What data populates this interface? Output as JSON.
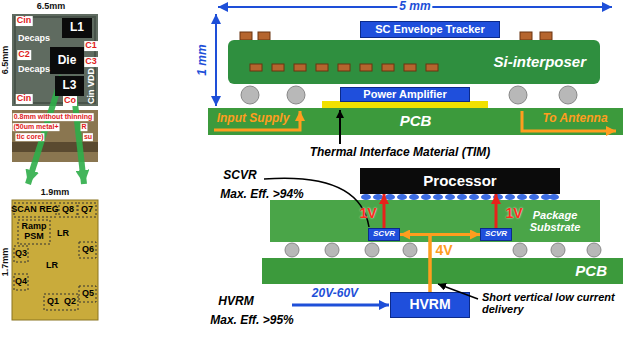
{
  "diagram": {
    "nodes": [
      {
        "text": [
          "L1"
        ]
      },
      {
        "text": [
          "Die"
        ]
      },
      {
        "text": [
          "L3"
        ]
      },
      {
        "text": [
          "SC Envelope Tracker"
        ]
      },
      {
        "text": [
          "Si-interposer"
        ]
      },
      {
        "text": [
          "Power Amplifier"
        ]
      },
      {
        "text": [
          "PCB"
        ]
      },
      {
        "text": [
          "Processor"
        ]
      },
      {
        "text": [
          "Package Substrate"
        ]
      },
      {
        "text": [
          "SCVR"
        ],
        "in": 8
      },
      {
        "text": [
          "SCVR"
        ],
        "in": 8
      },
      {
        "text": [
          "PCB"
        ]
      },
      {
        "text": [
          "HVRM"
        ]
      }
    ],
    "edges": [
      {
        "from": 12,
        "to": 9,
        "arrow": "to",
        "label": "4V"
      },
      {
        "from": 12,
        "to": 10,
        "arrow": "to"
      },
      {
        "from": 9,
        "to": 7,
        "arrow": "to",
        "label": "1V"
      },
      {
        "from": 10,
        "to": 7,
        "arrow": "to",
        "label": "1V"
      }
    ],
    "labels": [
      "6.5mm",
      "6.5mm",
      "Cin",
      "Decaps",
      "C1",
      "C2",
      "C3",
      "Decaps",
      "Cin VDD",
      "Co",
      "Cin",
      "0.8mm without thinning",
      "(50um metal+",
      "tic core)",
      "R",
      "su",
      "1.9mm",
      "1.7mm",
      "SCAN REG",
      "Q8",
      "Q7",
      "Ramp",
      "PSM",
      "LR",
      "Q3",
      "Q6",
      "LR",
      "Q4",
      "Q1",
      "Q2",
      "Q5",
      "5 mm",
      "1 mm",
      "Input Supply",
      "To Antenna",
      "Thermal Interface Material (TIM)",
      "SCVR",
      "Max. Eff. >94%",
      "20V-60V",
      "HVRM",
      "Max. Eff. >95%",
      "Short vertical low current delivery"
    ]
  }
}
